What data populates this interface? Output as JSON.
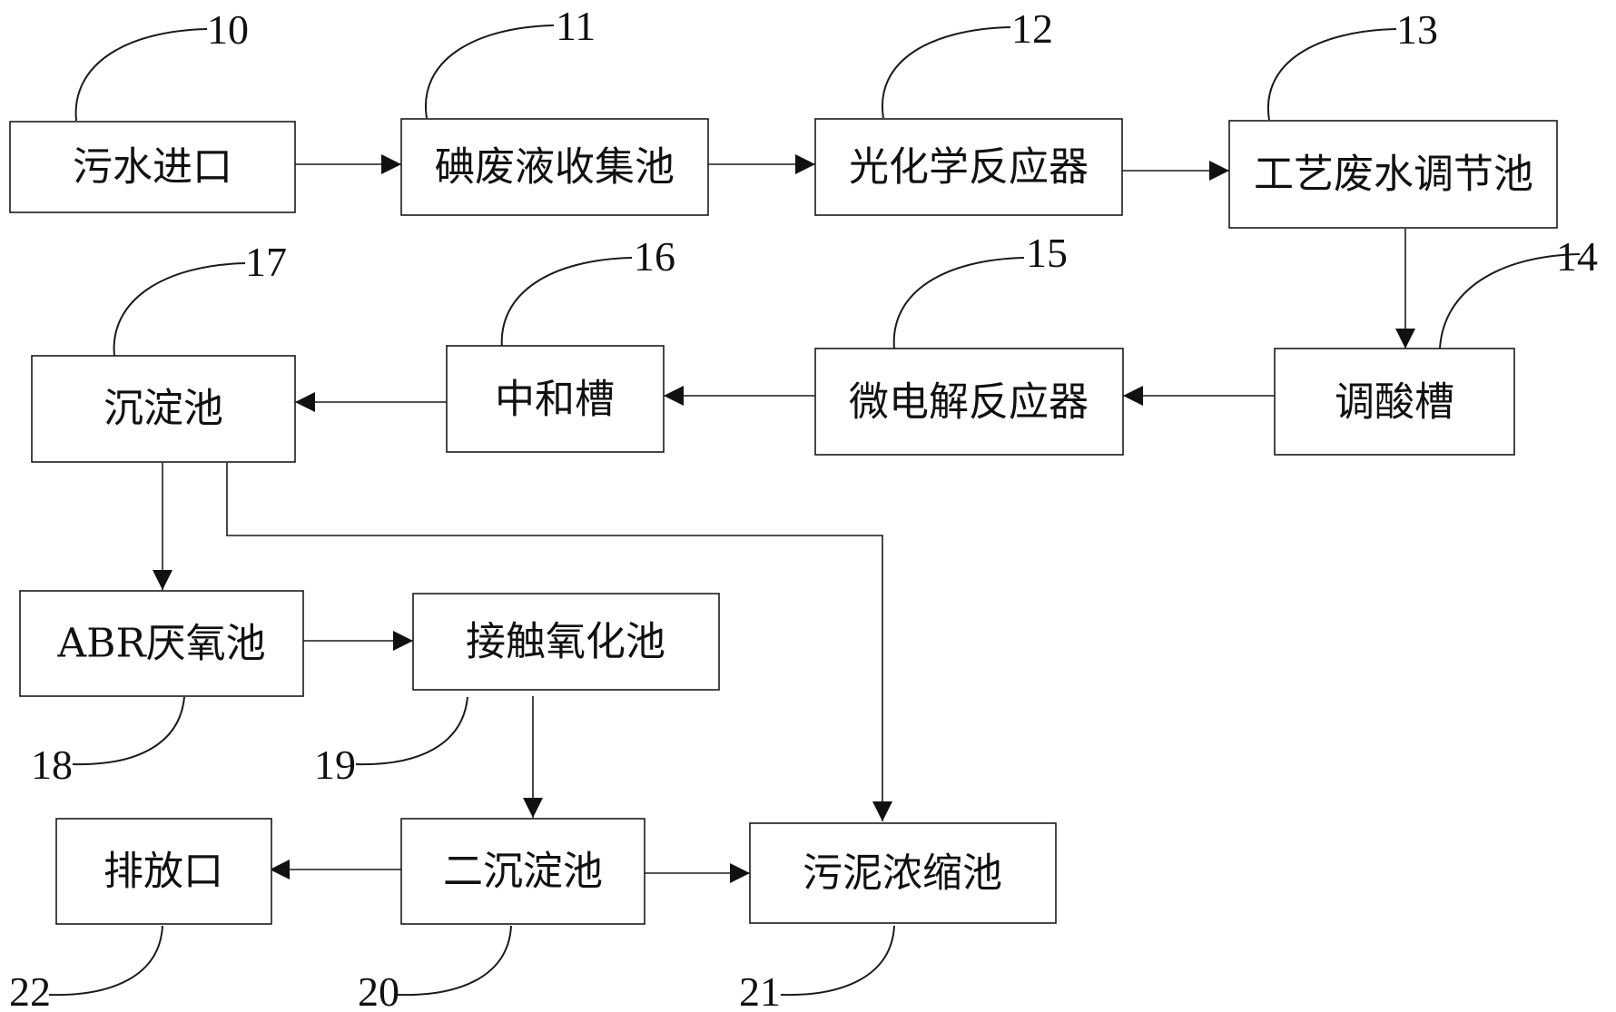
{
  "nodes": [
    {
      "id": "10",
      "label": "污水进口"
    },
    {
      "id": "11",
      "label": "碘废液收集池"
    },
    {
      "id": "12",
      "label": "光化学反应器"
    },
    {
      "id": "13",
      "label": "工艺废水调节池"
    },
    {
      "id": "14",
      "label": "调酸槽"
    },
    {
      "id": "15",
      "label": "微电解反应器"
    },
    {
      "id": "16",
      "label": "中和槽"
    },
    {
      "id": "17",
      "label": "沉淀池"
    },
    {
      "id": "18",
      "label": "ABR厌氧池"
    },
    {
      "id": "19",
      "label": "接触氧化池"
    },
    {
      "id": "20",
      "label": "二沉淀池"
    },
    {
      "id": "21",
      "label": "污泥浓缩池"
    },
    {
      "id": "22",
      "label": "排放口"
    }
  ],
  "edges": [
    {
      "from": "10",
      "to": "11"
    },
    {
      "from": "11",
      "to": "12"
    },
    {
      "from": "12",
      "to": "13"
    },
    {
      "from": "13",
      "to": "14"
    },
    {
      "from": "14",
      "to": "15"
    },
    {
      "from": "15",
      "to": "16"
    },
    {
      "from": "16",
      "to": "17"
    },
    {
      "from": "17",
      "to": "18"
    },
    {
      "from": "17",
      "to": "21"
    },
    {
      "from": "18",
      "to": "19"
    },
    {
      "from": "19",
      "to": "20"
    },
    {
      "from": "20",
      "to": "22"
    },
    {
      "from": "20",
      "to": "21"
    }
  ]
}
